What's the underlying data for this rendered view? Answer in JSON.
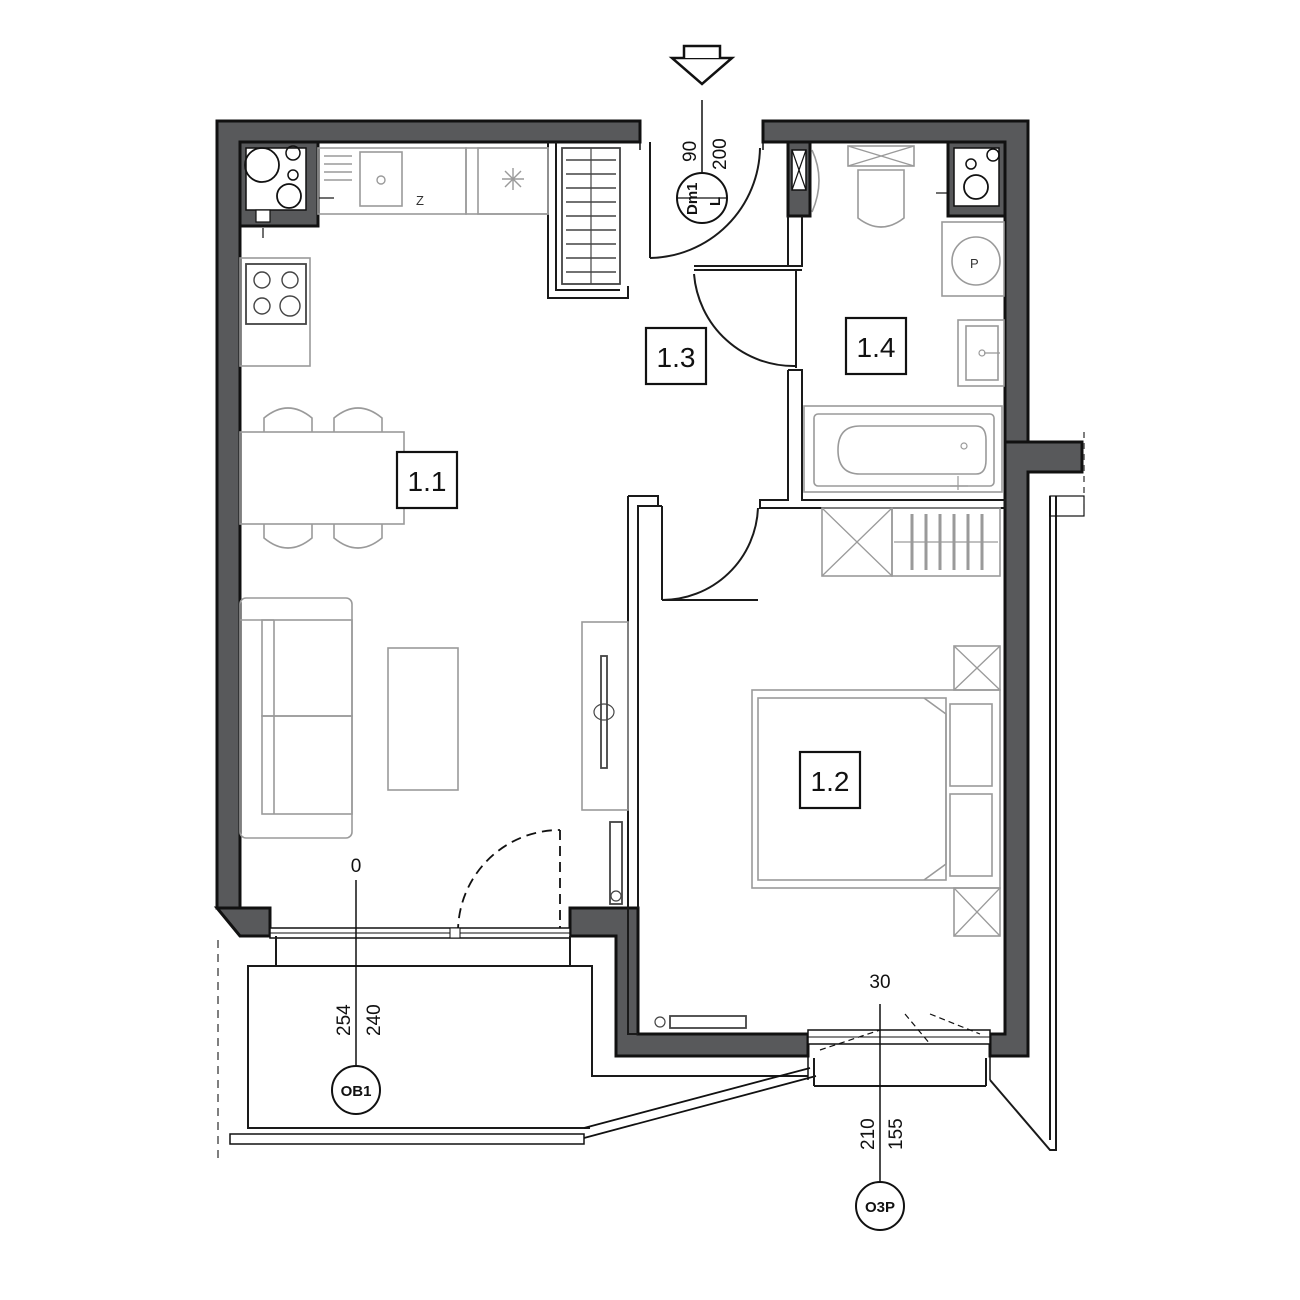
{
  "rooms": [
    {
      "id": "r11",
      "label": "1.1"
    },
    {
      "id": "r12",
      "label": "1.2"
    },
    {
      "id": "r13",
      "label": "1.3"
    },
    {
      "id": "r14",
      "label": "1.4"
    }
  ],
  "entrance_door": {
    "tag": "Dm1",
    "hand": "L",
    "width": "90",
    "height": "200"
  },
  "balcony_door": {
    "tag": "OB1",
    "sill": "0",
    "width": "254",
    "height": "240"
  },
  "window": {
    "tag": "O3P",
    "sill": "30",
    "width": "155",
    "height": "210"
  },
  "appliance_marks": {
    "fridge": "Z",
    "washer": "P"
  }
}
